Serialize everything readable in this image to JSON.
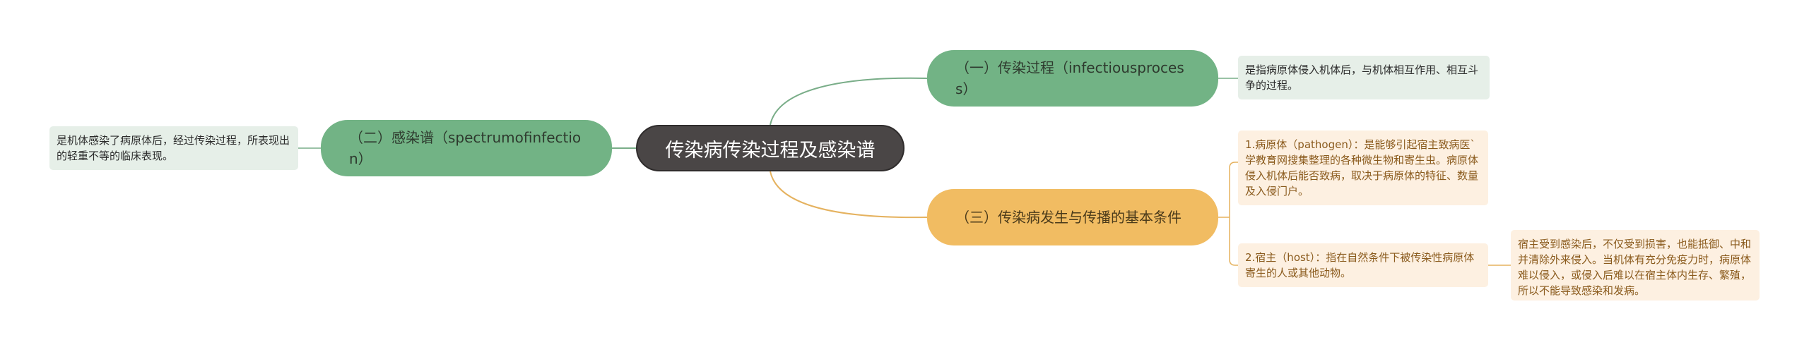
{
  "mindmap": {
    "root": "传染病传染过程及感染谱",
    "branches": [
      {
        "id": "b1",
        "label": "（一）传染过程（infectiousprocess）",
        "leaves": [
          "是指病原体侵入机体后，与机体相互作用、相互斗争的过程。"
        ]
      },
      {
        "id": "b2",
        "label": "（二）感染谱（spectrumofinfection）",
        "leaves": [
          "是机体感染了病原体后，经过传染过程，所表现出的轻重不等的临床表现。"
        ]
      },
      {
        "id": "b3",
        "label": "（三）传染病发生与传播的基本条件",
        "leaves": [
          "1.病原体（pathogen）：是能够引起宿主致病医`学教育网搜集整理的各种微生物和寄生虫。病原体侵入机体后能否致病，取决于病原体的特征、数量及入侵门户。",
          "2.宿主（host）：指在自然条件下被传染性病原体寄生的人或其他动物。"
        ],
        "subleaf": "宿主受到感染后，不仅受到损害，也能抵御、中和并清除外来侵入。当机体有充分免疫力时，病原体难以侵入，或侵入后难以在宿主体内生存、繁殖，所以不能导致感染和发病。"
      }
    ]
  },
  "colors": {
    "root_bg": "#4a4646",
    "green_branch": "#72b385",
    "orange_branch": "#f1bc62",
    "green_link": "#79ad88",
    "orange_link": "#e5b25f"
  }
}
